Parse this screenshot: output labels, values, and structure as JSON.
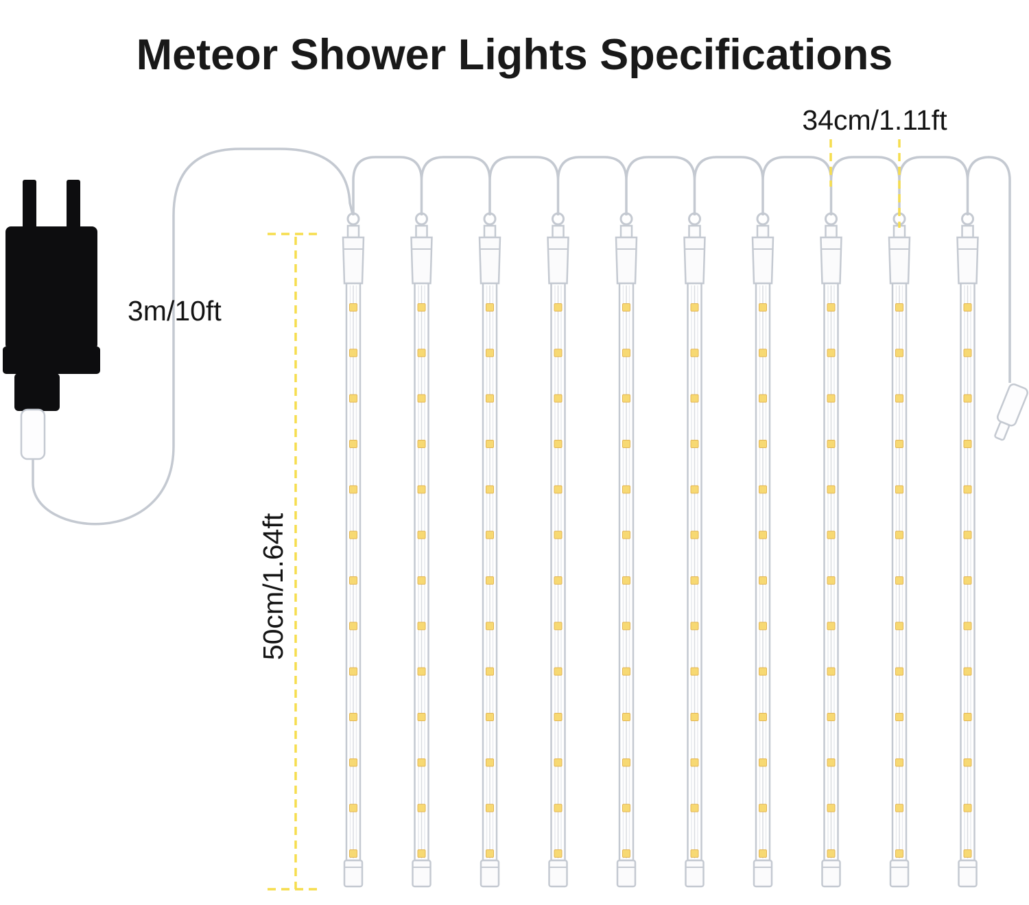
{
  "title": "Meteor Shower Lights Specifications",
  "labels": {
    "cord_length": "3m/10ft",
    "tube_spacing": "34cm/1.11ft",
    "tube_length": "50cm/1.64ft"
  },
  "diagram": {
    "tube_count": 10,
    "leds_per_tube": 13,
    "power_plug_icon": "us-two-prong-adapter",
    "end_connector_icon": "extension-connector-plug"
  },
  "colors": {
    "led_fill": "#f7d973",
    "led_stroke": "#e3b553",
    "measurement_dash": "#f6dd4e",
    "outline_gray": "#c4c9d1",
    "inner_gray": "#e9ebef",
    "strip_gray": "#d8dbe0",
    "adapter_black": "#0d0d0f",
    "title_color": "#191919"
  }
}
